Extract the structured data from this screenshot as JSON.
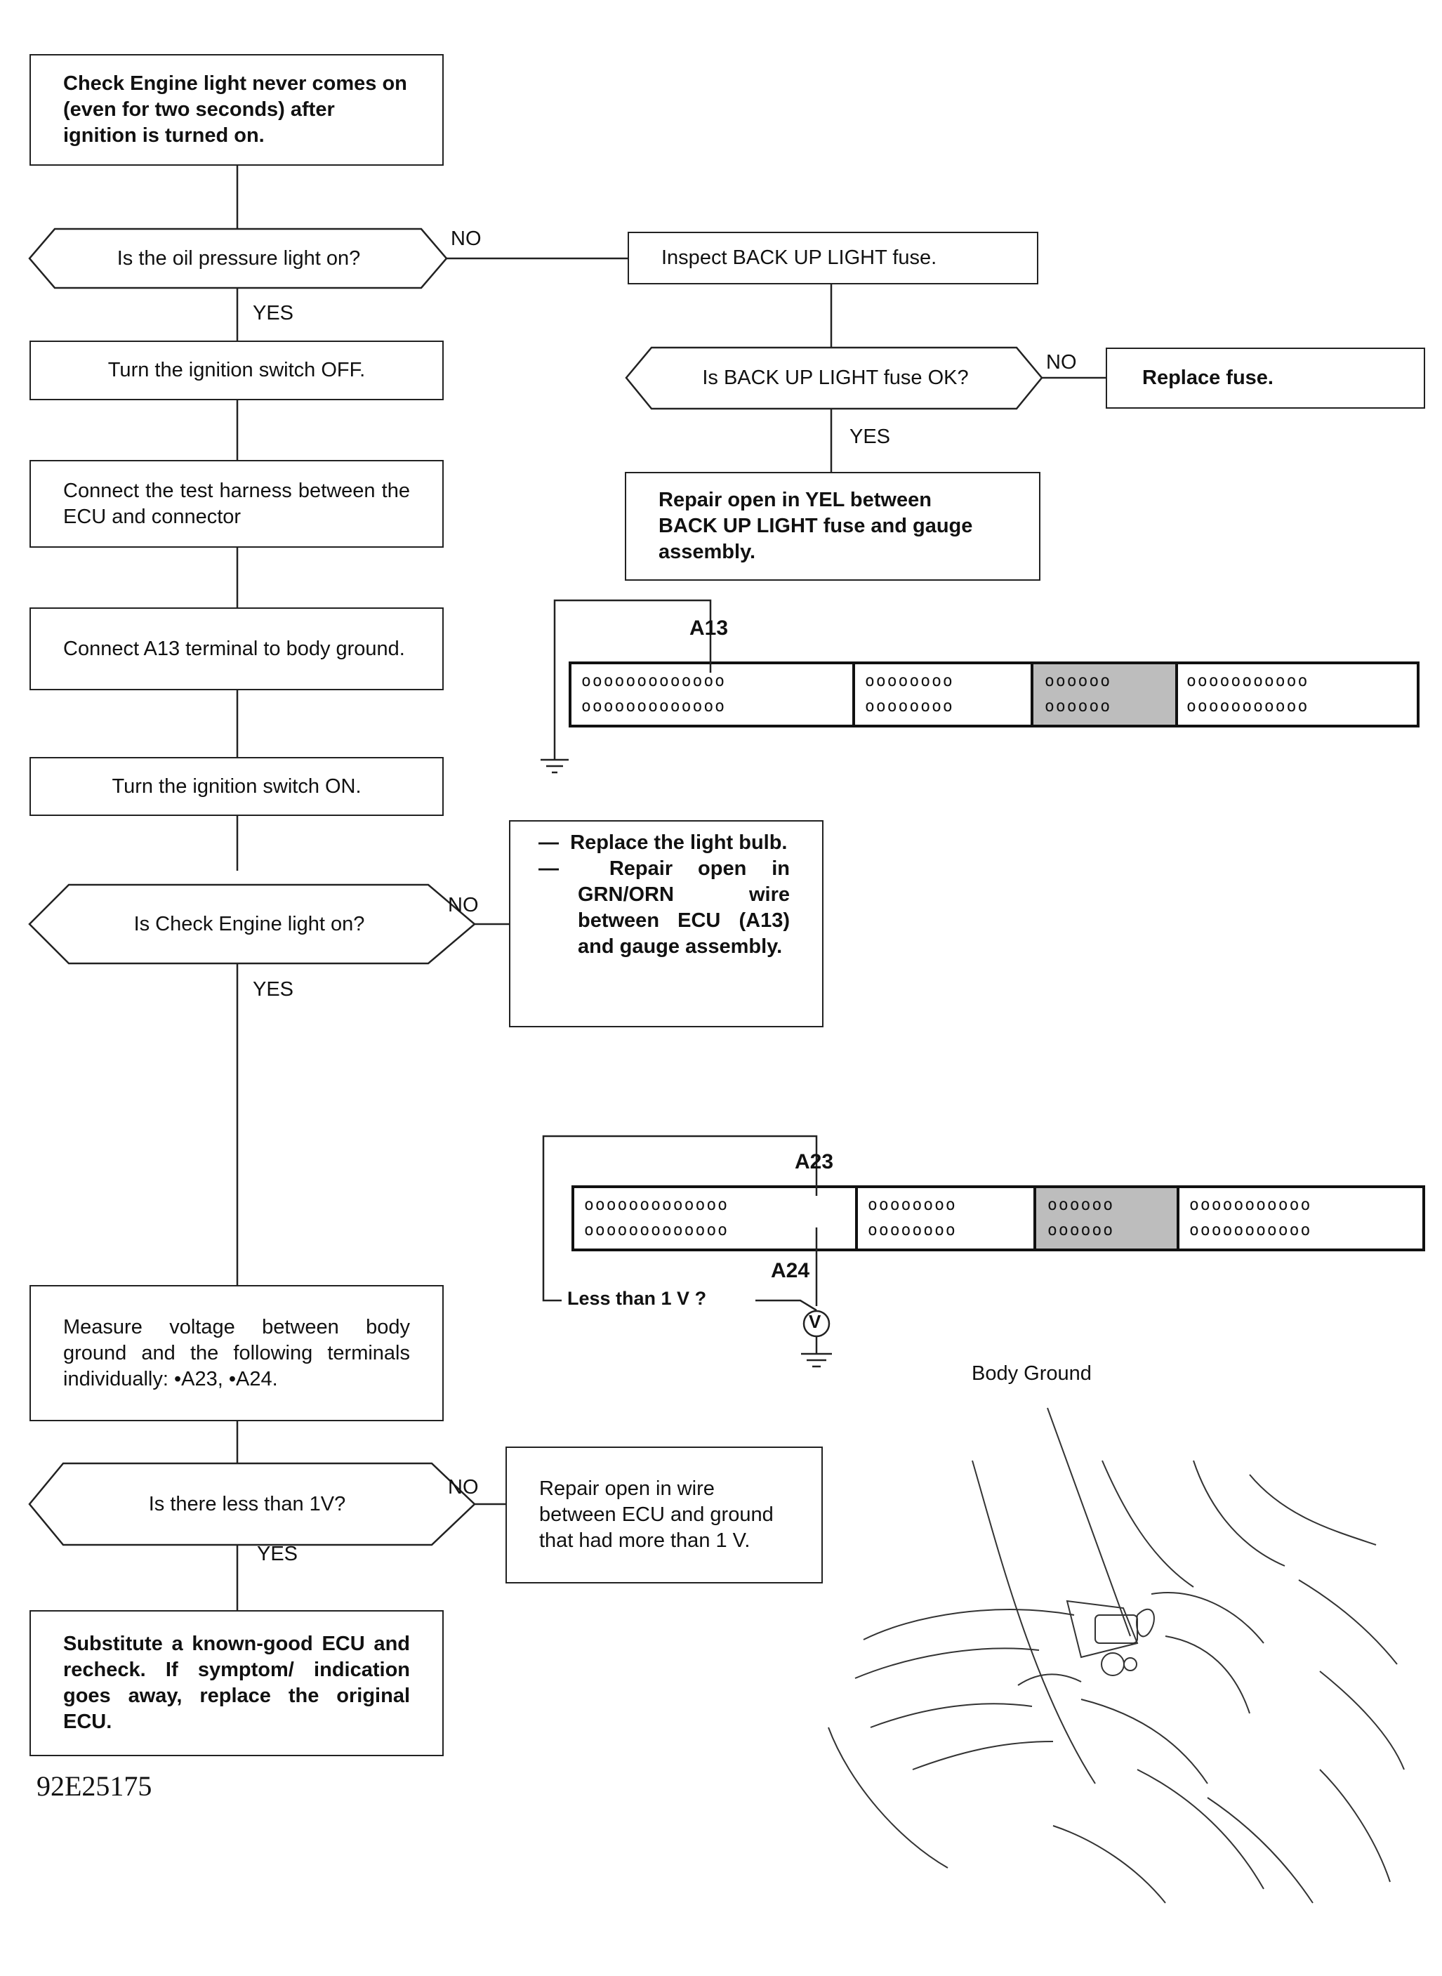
{
  "steps": {
    "start": "Check Engine light never comes on (even for two seconds) after ignition is turned on.",
    "q_oil": "Is the oil pressure light on?",
    "ign_off": "Turn the ignition switch OFF.",
    "connect_harness": "Connect the test harness between the ECU and connector",
    "connect_a13": "Connect A13 terminal to body ground.",
    "ign_on": "Turn the ignition switch ON.",
    "q_check_engine": "Is Check Engine light on?",
    "measure": "Measure voltage between body ground and the following terminals individually: •A23, •A24.",
    "q_less_1v": "Is there less than 1V?",
    "substitute": "Substitute a known-good ECU and recheck. If symptom/ indication goes away, replace the original ECU.",
    "inspect_fuse": "Inspect BACK UP LIGHT fuse.",
    "q_fuse_ok": "Is BACK UP LIGHT fuse OK?",
    "replace_fuse": "Replace fuse.",
    "repair_yel": "Repair open in YEL between BACK UP LIGHT fuse and gauge assembly.",
    "repair_bulb_items": [
      "Replace the light bulb.",
      "Repair open in GRN/ORN wire between ECU (A13) and gauge assembly."
    ],
    "repair_wire": "Repair open in wire between ECU and ground that had more than 1 V."
  },
  "labels": {
    "no": "NO",
    "yes": "YES",
    "a13": "A13",
    "a23": "A23",
    "a24": "A24",
    "less_than_1v": "Less than 1 V ?",
    "voltmeter": "V",
    "body_ground": "Body Ground",
    "figure_number": "92E25175",
    "dash": "—"
  },
  "connector": {
    "block1_row": "ooooooooooooo",
    "block2_row": "oooooooo",
    "block3_row": "oooooo",
    "block4_row": "ooooooooooo"
  }
}
